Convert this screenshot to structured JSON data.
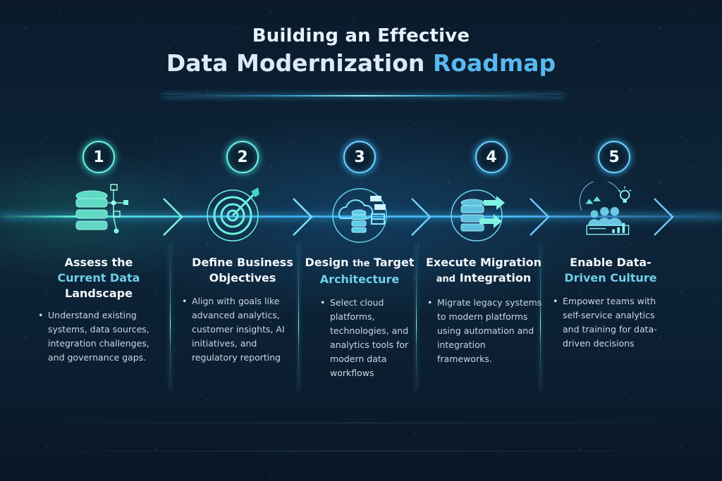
{
  "title": {
    "line1": "Building an Effective",
    "line2_main": "Data Modernization",
    "line2_accent": "Roadmap"
  },
  "colors": {
    "background": "#0d2438",
    "accent_teal": "#56e6d0",
    "accent_blue": "#4bb6ff",
    "title_accent": "#58b8f0",
    "highlight_text": "#6fcfe8"
  },
  "steps": [
    {
      "number": "1",
      "icon": "database-network-icon",
      "title_parts": [
        "Assess the",
        "Current Data",
        "Landscape"
      ],
      "description": "Understand existing systems, data sources, integration challenges, and governance gaps."
    },
    {
      "number": "2",
      "icon": "target-arrow-icon",
      "title_parts": [
        "Define Business",
        "Objectives"
      ],
      "description": "Align with goals like advanced analytics, customer insights, AI initiatives, and regulatory reporting"
    },
    {
      "number": "3",
      "icon": "cloud-architecture-icon",
      "title_parts": [
        "Design",
        "the",
        "Target",
        "Architecture"
      ],
      "description": "Select cloud platforms, technologies, and analytics tools for modern data workflows"
    },
    {
      "number": "4",
      "icon": "database-migration-icon",
      "title_parts": [
        "Execute Migration",
        "and",
        "Integration"
      ],
      "description": "Migrate legacy systems to modern platforms using automation and integration frameworks."
    },
    {
      "number": "5",
      "icon": "team-insights-icon",
      "title_parts": [
        "Enable Data-",
        "Driven Culture"
      ],
      "description": "Empower teams with self-service analytics and training for data-driven decisions"
    }
  ]
}
